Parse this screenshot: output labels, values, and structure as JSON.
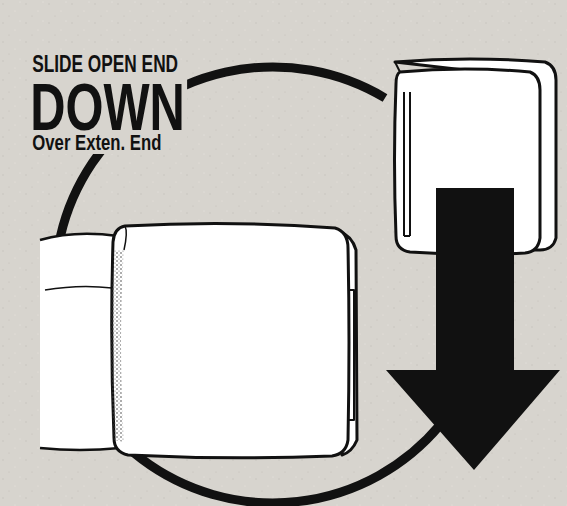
{
  "diagram": {
    "labels": [
      "SLIDE OPEN END",
      "DOWN",
      "Over Exten. End"
    ]
  }
}
